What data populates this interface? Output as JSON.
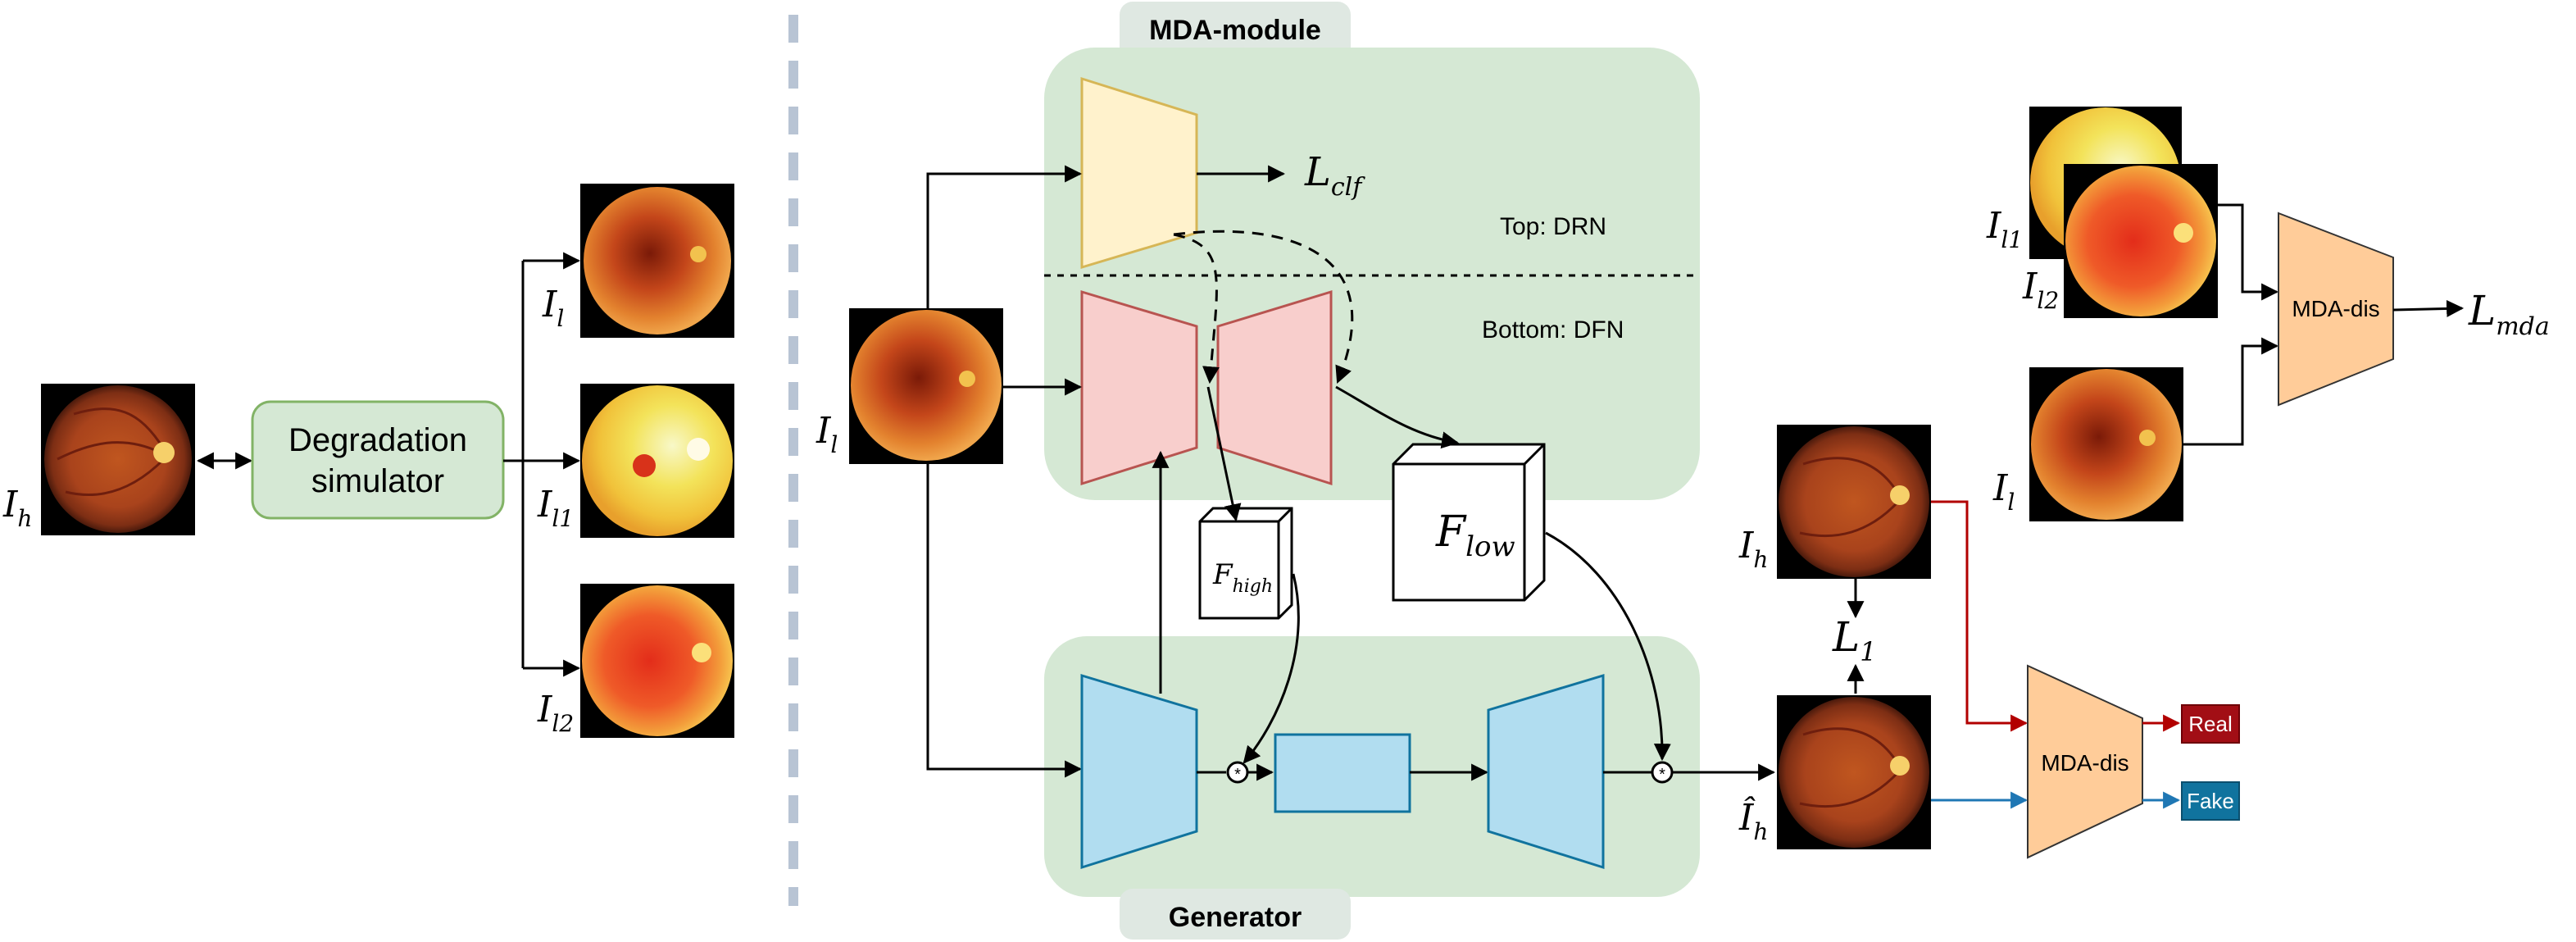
{
  "labels": {
    "mda_module_title": "MDA-module",
    "generator_title": "Generator",
    "top_drn": "Top: DRN",
    "bottom_dfn": "Bottom: DFN",
    "degradation_line1": "Degradation",
    "degradation_line2": "simulator",
    "mda_dis_top": "MDA-dis",
    "mda_dis_bottom": "MDA-dis",
    "real": "Real",
    "fake": "Fake"
  },
  "math": {
    "I_h_left": {
      "base": "I",
      "sub": "h"
    },
    "I_l_top": {
      "base": "I",
      "sub": "l"
    },
    "I_l1": {
      "base": "I",
      "sub": "l1"
    },
    "I_l2": {
      "base": "I",
      "sub": "l2"
    },
    "I_l_input": {
      "base": "I",
      "sub": "l"
    },
    "L_clf": {
      "base": "L",
      "sub": "clf"
    },
    "F_high": {
      "base": "F",
      "sub": "high"
    },
    "F_low": {
      "base": "F",
      "sub": "low"
    },
    "I_h_right": {
      "base": "I",
      "sub": "h"
    },
    "L_1": {
      "base": "L",
      "sub": "1"
    },
    "I_h_hat": {
      "base": "Î",
      "sub": "h"
    },
    "I_l1_right": {
      "base": "I",
      "sub": "l1"
    },
    "I_l2_right": {
      "base": "I",
      "sub": "l2"
    },
    "I_l_right": {
      "base": "I",
      "sub": "l"
    },
    "L_mda": {
      "base": "L",
      "sub": "mda"
    }
  },
  "colors": {
    "panel_green": "#d5e8d4",
    "tab_green": "#dfe8e2",
    "classifier_fill": "#fff2cc",
    "classifier_stroke": "#d6b656",
    "dfn_fill": "#f8cecc",
    "dfn_stroke": "#b85450",
    "gen_fill": "#b1ddf0",
    "gen_stroke": "#10739e",
    "dis_fill": "#ffcc99",
    "real_fill": "#a20e15",
    "fake_fill": "#10739e",
    "red_arrow": "#b20000",
    "blue_arrow": "#1f77b4",
    "separator": "#b8c4d4"
  },
  "icons": {
    "fundus": "fundus-image-icon",
    "multiply": "convolution-operator-icon"
  }
}
